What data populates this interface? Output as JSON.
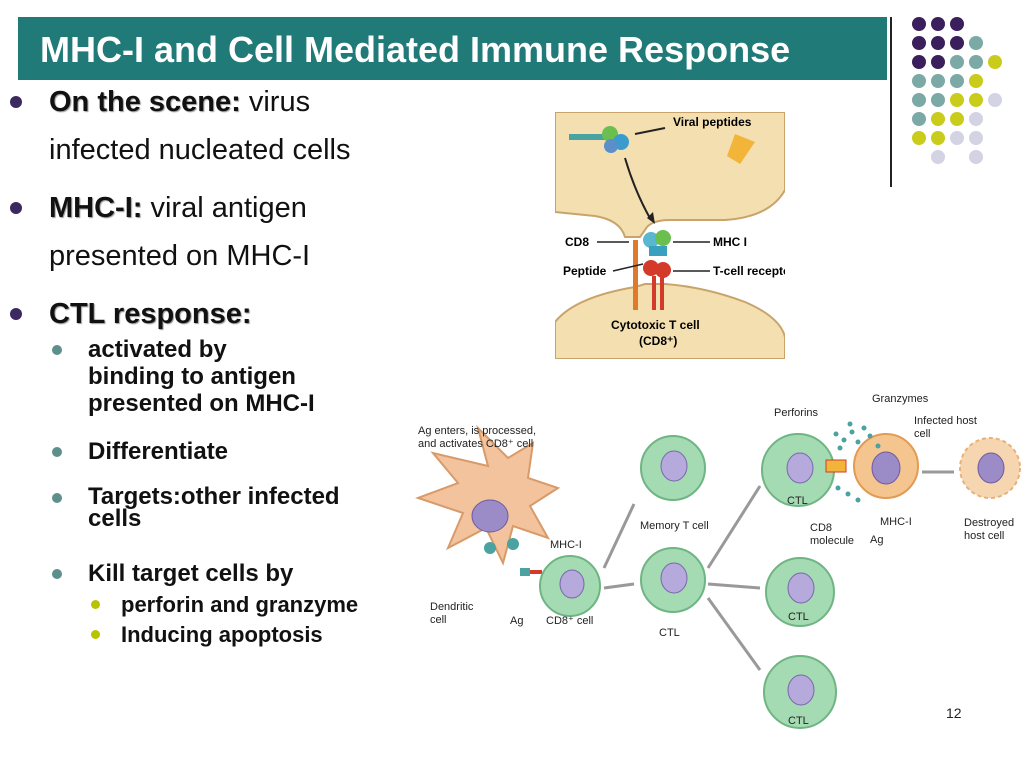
{
  "slide": {
    "title": "MHC-I and Cell Mediated Immune Response",
    "page_number": "12",
    "colors": {
      "title_bar": "#1f7a78",
      "dot_purple": "#3b1e5c",
      "dot_teal": "#7aa9a6",
      "dot_lime": "#c9cc1a",
      "dot_light": "#d3d3e4"
    },
    "bullets": {
      "scene": {
        "head": "On the scene:",
        "line1": "virus",
        "line2": "infected nucleated cells"
      },
      "mhc": {
        "head": "MHC-I:",
        "line1": "viral antigen",
        "line2": "presented on MHC-I"
      },
      "ctl": {
        "head": "CTL response:",
        "sub": {
          "activated": {
            "line1": "activated by",
            "line2": "binding to antigen",
            "line3": "presented on MHC-I"
          },
          "differentiate": "Differentiate",
          "targets": {
            "line1": "Targets:other infected",
            "line2": "cells"
          },
          "kill": "Kill target cells by",
          "kill_items": {
            "perforin": "perforin and granzyme",
            "apoptosis": "Inducing apoptosis"
          }
        }
      }
    }
  },
  "figure_top": {
    "labels": {
      "viral_peptides": "Viral peptides",
      "cd8": "CD8",
      "mhc1": "MHC I",
      "peptide": "Peptide",
      "tcr": "T-cell receptor",
      "ctl_line1": "Cytotoxic T cell",
      "ctl_line2": "(CD8⁺)"
    }
  },
  "figure_bottom": {
    "labels": {
      "ag_enters_1": "Ag enters, is processed,",
      "ag_enters_2": "and activates CD8⁺ cell",
      "dendritic_1": "Dendritic",
      "dendritic_2": "cell",
      "mhc1_left": "MHC-I",
      "ag_left": "Ag",
      "cd8_cell": "CD8⁺ cell",
      "memory": "Memory T cell",
      "ctl_mid": "CTL",
      "ctl_top": "CTL",
      "ctl_right_mid": "CTL",
      "ctl_bottom": "CTL",
      "perforins": "Perforins",
      "granzymes": "Granzymes",
      "infected_1": "Infected host",
      "infected_2": "cell",
      "cd8_mol_1": "CD8",
      "cd8_mol_2": "molecule",
      "ag_right": "Ag",
      "mhc1_right": "MHC-I",
      "destroyed_1": "Destroyed",
      "destroyed_2": "host cell"
    }
  }
}
